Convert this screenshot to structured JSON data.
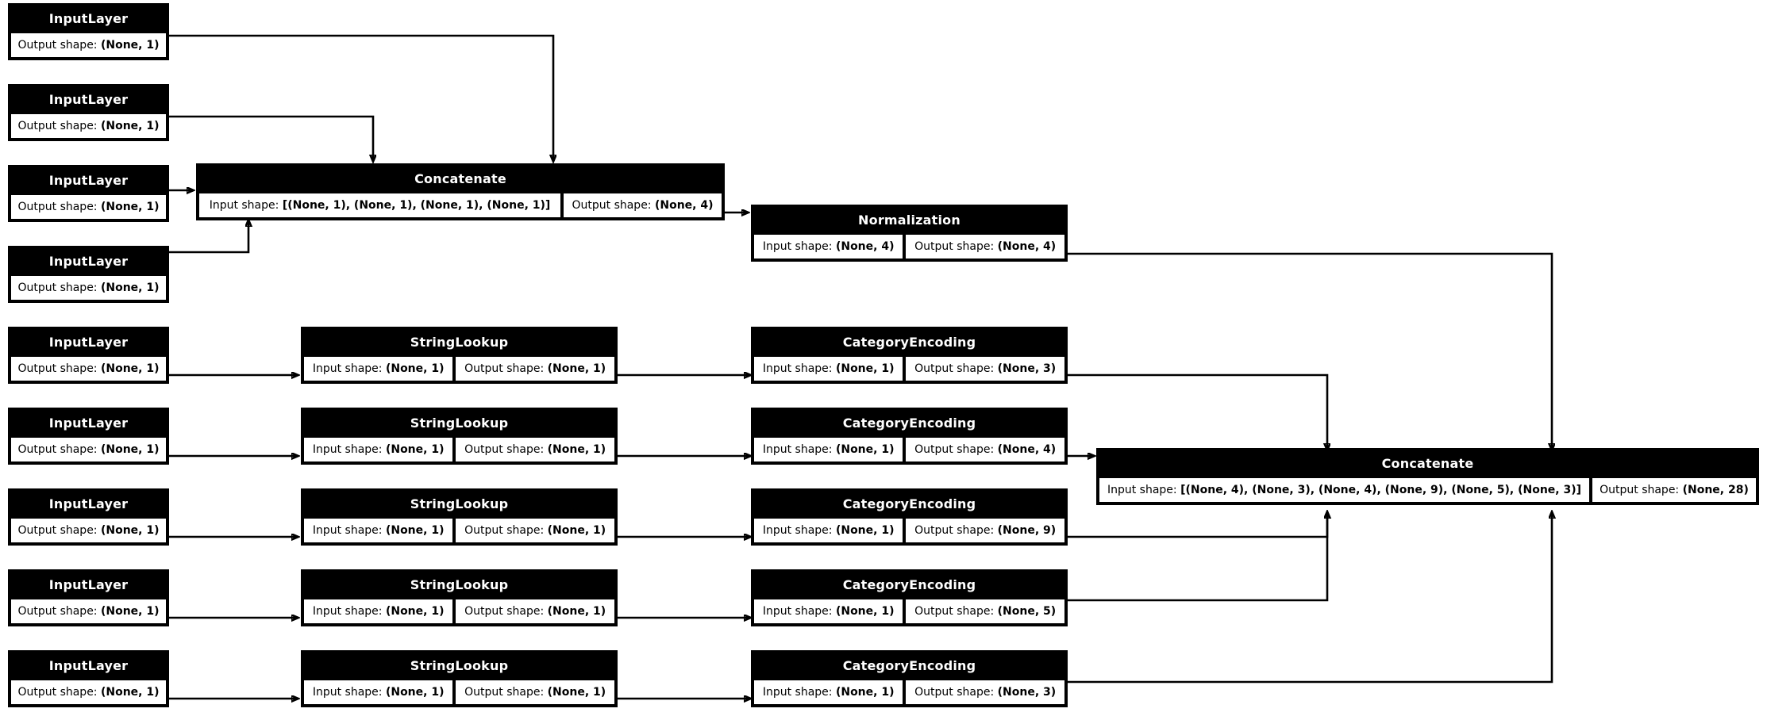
{
  "diagram": {
    "type": "keras-model-architecture",
    "labels": {
      "input_shape_prefix": "Input shape: ",
      "output_shape_prefix": "Output shape: "
    },
    "node_types": {
      "input": "InputLayer",
      "concatenate": "Concatenate",
      "normalization": "Normalization",
      "string_lookup": "StringLookup",
      "category_encoding": "CategoryEncoding"
    },
    "numeric_inputs": [
      {
        "title": "InputLayer",
        "output_shape": "(None, 1)"
      },
      {
        "title": "InputLayer",
        "output_shape": "(None, 1)"
      },
      {
        "title": "InputLayer",
        "output_shape": "(None, 1)"
      },
      {
        "title": "InputLayer",
        "output_shape": "(None, 1)"
      }
    ],
    "concat_numeric": {
      "title": "Concatenate",
      "input_shape": "[(None, 1), (None, 1), (None, 1), (None, 1)]",
      "output_shape": "(None, 4)"
    },
    "normalization": {
      "title": "Normalization",
      "input_shape": "(None, 4)",
      "output_shape": "(None, 4)"
    },
    "categorical_rows": [
      {
        "input": {
          "title": "InputLayer",
          "output_shape": "(None, 1)"
        },
        "lookup": {
          "title": "StringLookup",
          "input_shape": "(None, 1)",
          "output_shape": "(None, 1)"
        },
        "encoding": {
          "title": "CategoryEncoding",
          "input_shape": "(None, 1)",
          "output_shape": "(None, 3)"
        }
      },
      {
        "input": {
          "title": "InputLayer",
          "output_shape": "(None, 1)"
        },
        "lookup": {
          "title": "StringLookup",
          "input_shape": "(None, 1)",
          "output_shape": "(None, 1)"
        },
        "encoding": {
          "title": "CategoryEncoding",
          "input_shape": "(None, 1)",
          "output_shape": "(None, 4)"
        }
      },
      {
        "input": {
          "title": "InputLayer",
          "output_shape": "(None, 1)"
        },
        "lookup": {
          "title": "StringLookup",
          "input_shape": "(None, 1)",
          "output_shape": "(None, 1)"
        },
        "encoding": {
          "title": "CategoryEncoding",
          "input_shape": "(None, 1)",
          "output_shape": "(None, 9)"
        }
      },
      {
        "input": {
          "title": "InputLayer",
          "output_shape": "(None, 1)"
        },
        "lookup": {
          "title": "StringLookup",
          "input_shape": "(None, 1)",
          "output_shape": "(None, 1)"
        },
        "encoding": {
          "title": "CategoryEncoding",
          "input_shape": "(None, 1)",
          "output_shape": "(None, 5)"
        }
      },
      {
        "input": {
          "title": "InputLayer",
          "output_shape": "(None, 1)"
        },
        "lookup": {
          "title": "StringLookup",
          "input_shape": "(None, 1)",
          "output_shape": "(None, 1)"
        },
        "encoding": {
          "title": "CategoryEncoding",
          "input_shape": "(None, 1)",
          "output_shape": "(None, 3)"
        }
      }
    ],
    "concat_final": {
      "title": "Concatenate",
      "input_shape": "[(None, 4), (None, 3), (None, 4), (None, 9), (None, 5), (None, 3)]",
      "output_shape": "(None, 28)"
    },
    "colors": {
      "node_header_bg": "#000000",
      "node_header_fg": "#ffffff",
      "node_body_bg": "#ffffff",
      "node_border": "#000000",
      "edge": "#000000",
      "page_bg": "#ffffff"
    }
  }
}
